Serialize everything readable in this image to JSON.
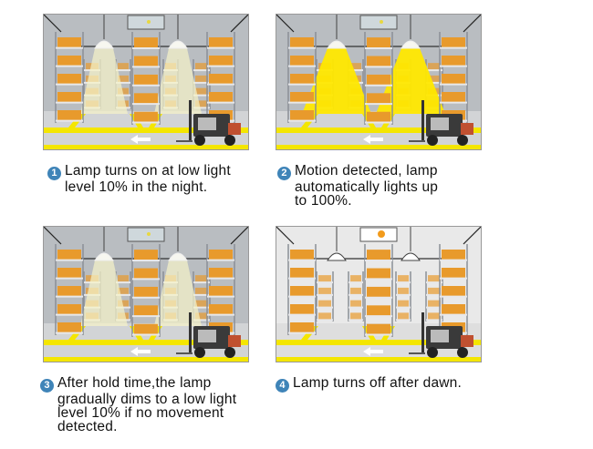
{
  "steps": [
    {
      "number": "1",
      "lines": [
        "Lamp turns on at low light",
        "level 10% in the night."
      ],
      "light_level_percent": 10,
      "mode": "night"
    },
    {
      "number": "2",
      "lines": [
        "Motion detected, lamp",
        "automatically lights up",
        "to 100%."
      ],
      "light_level_percent": 100,
      "mode": "full"
    },
    {
      "number": "3",
      "lines": [
        "After hold time,the lamp",
        "gradually dims to a low light",
        "level 10% if no movement",
        "detected."
      ],
      "light_level_percent": 10,
      "mode": "night"
    },
    {
      "number": "4",
      "lines": [
        "Lamp turns off after dawn."
      ],
      "light_level_percent": 0,
      "mode": "off"
    }
  ],
  "colors": {
    "stripe": "#f4e600",
    "box": "#e89a2c",
    "badge": "#3f84b8",
    "wall_night": "#b9bdc1",
    "wall_day": "#e9e9e9"
  }
}
